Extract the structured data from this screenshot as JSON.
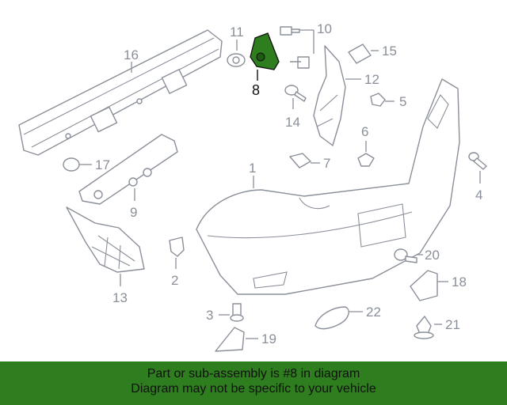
{
  "diagram": {
    "labels": {
      "l1": "1",
      "l2": "2",
      "l3": "3",
      "l4": "4",
      "l5": "5",
      "l6": "6",
      "l7": "7",
      "l8": "8",
      "l9": "9",
      "l10": "10",
      "l11": "11",
      "l12": "12",
      "l13": "13",
      "l14": "14",
      "l15": "15",
      "l16": "16",
      "l17": "17",
      "l18": "18",
      "l19": "19",
      "l20": "20",
      "l21": "21",
      "l22": "22"
    },
    "highlighted_part": "8",
    "colors": {
      "line": "#8a8f99",
      "highlight": "#2e7d1e",
      "footer_bg": "#2e7d1e"
    }
  },
  "footer": {
    "line1": "Part or sub-assembly is #8 in diagram",
    "line2": "Diagram may not be specific to your vehicle"
  }
}
